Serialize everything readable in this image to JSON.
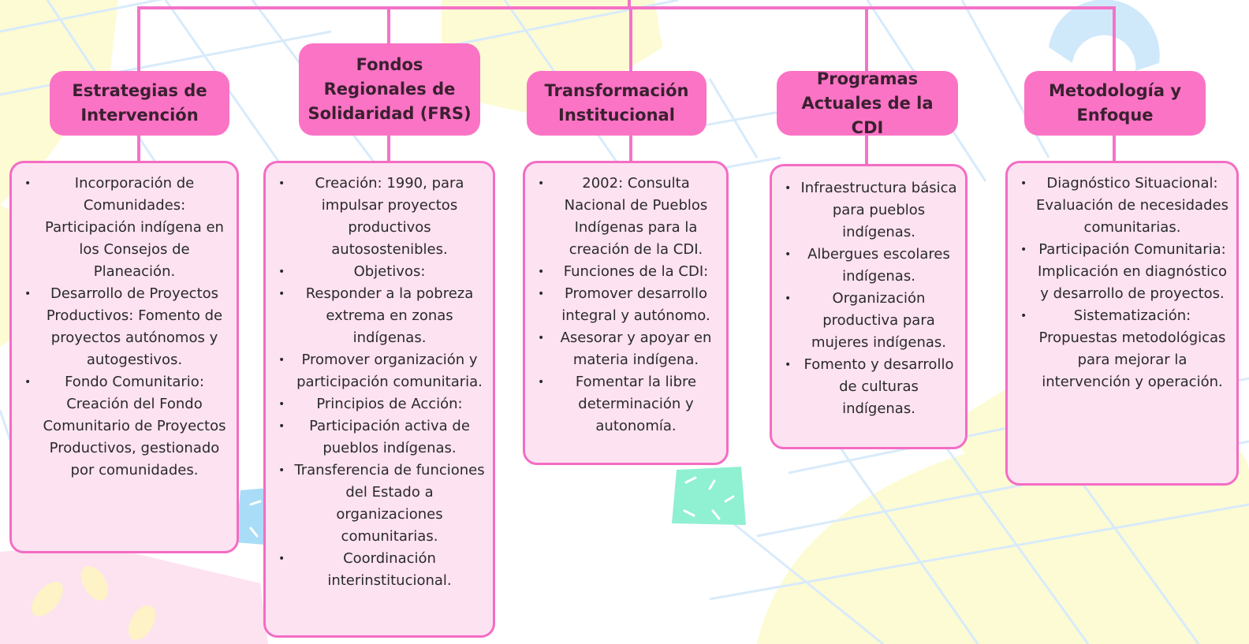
{
  "colors": {
    "header_fill": "#fb73c5",
    "box_fill": "#fde2f1",
    "box_border": "#f46cc4",
    "connector": "#f473c8"
  },
  "columns": [
    {
      "title": "Estrategias de Intervención",
      "items": [
        "Incorporación de Comunidades: Participación indígena en los Consejos de Planeación.",
        "Desarrollo de Proyectos Productivos: Fomento de proyectos autónomos y autogestivos.",
        "Fondo Comunitario: Creación del Fondo Comunitario de Proyectos Productivos, gestionado por comunidades."
      ]
    },
    {
      "title": "Fondos Regionales de Solidaridad (FRS)",
      "items": [
        "Creación: 1990, para impulsar proyectos productivos autosostenibles.",
        "Objetivos:",
        "Responder a la pobreza extrema en zonas indígenas.",
        "Promover organización y participación comunitaria.",
        "Principios de Acción:",
        "Participación activa de pueblos indígenas.",
        "Transferencia de funciones del Estado a organizaciones comunitarias.",
        "Coordinación interinstitucional."
      ]
    },
    {
      "title": "Transformación Institucional",
      "items": [
        "2002: Consulta Nacional de Pueblos Indígenas para la creación de la CDI.",
        "Funciones de la CDI:",
        "Promover desarrollo integral y autónomo.",
        "Asesorar y apoyar en materia indígena.",
        "Fomentar la libre determinación y autonomía."
      ]
    },
    {
      "title": "Programas Actuales de la CDI",
      "items": [
        "Infraestructura básica para pueblos indígenas.",
        "Albergues escolares indígenas.",
        "Organización productiva para mujeres indígenas.",
        "Fomento y desarrollo de culturas indígenas."
      ]
    },
    {
      "title": "Metodología y Enfoque",
      "items": [
        "Diagnóstico Situacional: Evaluación de necesidades comunitarias.",
        "Participación Comunitaria: Implicación en diagnóstico y desarrollo de proyectos.",
        "Sistematización: Propuestas metodológicas para mejorar la intervención y operación."
      ]
    }
  ]
}
